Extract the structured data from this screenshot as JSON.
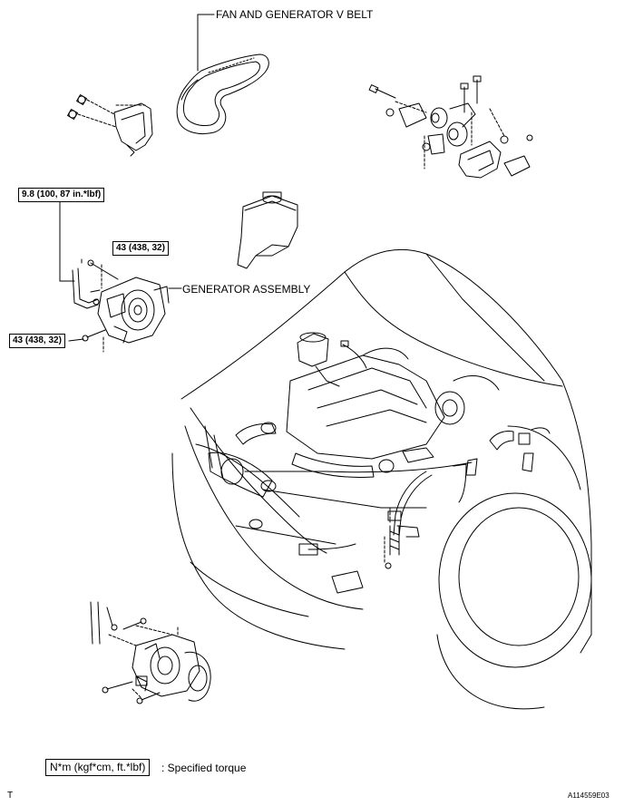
{
  "labels": {
    "fan_belt": "FAN AND GENERATOR V BELT",
    "generator_assembly": "GENERATOR ASSEMBLY"
  },
  "torque": {
    "top_left": "9.8 (100, 87 in.*lbf)",
    "upper_bolt": "43 (438, 32)",
    "lower_bolt": "43 (438, 32)"
  },
  "legend": {
    "unit_box": "N*m (kgf*cm, ft.*lbf)",
    "description": ": Specified torque"
  },
  "footer": {
    "corner_letter": "T",
    "figure_id": "A114559E03"
  }
}
